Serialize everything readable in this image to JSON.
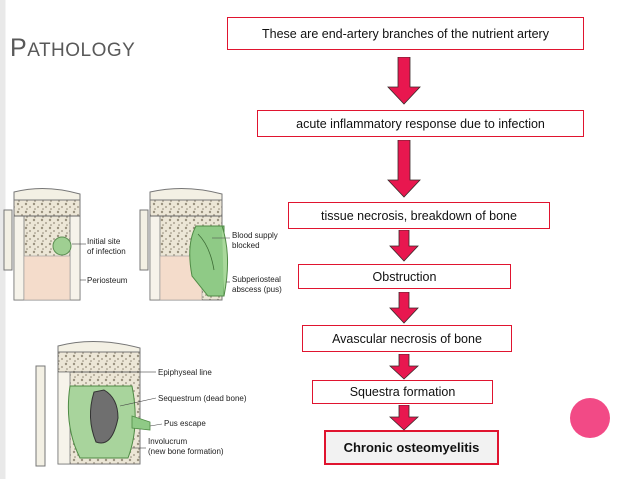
{
  "title": {
    "first_letter": "P",
    "rest": "ATHOLOGY"
  },
  "flow": [
    "These are end-artery branches of the nutrient artery",
    "acute inflammatory response due to infection",
    "tissue necrosis, breakdown of bone",
    "Obstruction",
    "Avascular necrosis of bone",
    "Squestra formation",
    "Chronic osteomyelitis"
  ],
  "figure_labels": {
    "initial_site": [
      "Initial site",
      "of infection"
    ],
    "periosteum": "Periosteum",
    "blood_supply": [
      "Blood supply",
      "blocked"
    ],
    "subperiosteal": [
      "Subperiosteal",
      "abscess (pus)"
    ],
    "epiphyseal": "Epiphyseal line",
    "sequestrum": "Sequestrum (dead bone)",
    "pus_escape": "Pus escape",
    "involucrum": [
      "Involucrum",
      "(new bone formation)"
    ]
  },
  "colors": {
    "accent": "#e0142f",
    "arrow": "#e8174f",
    "circle": "#f24a86",
    "title": "#595959"
  }
}
